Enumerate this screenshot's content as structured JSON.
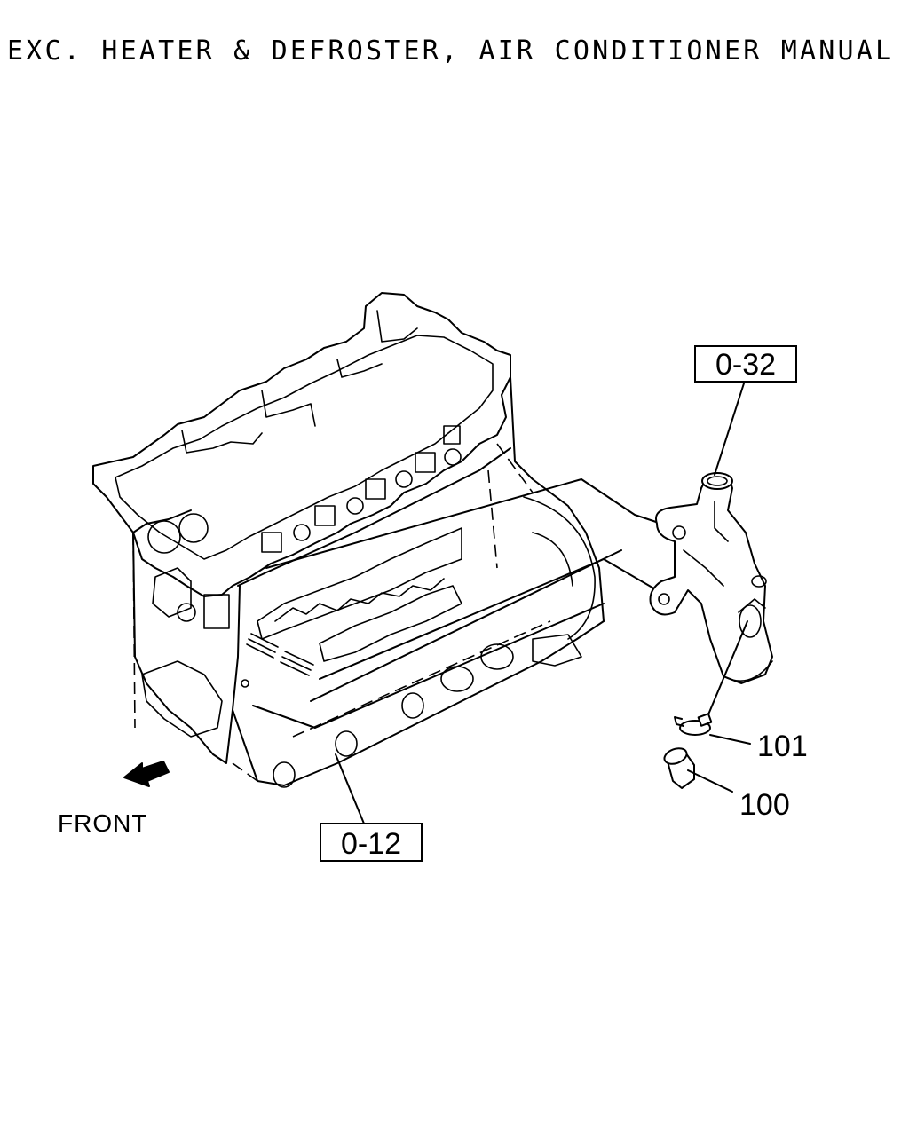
{
  "header": {
    "title": "EXC. HEATER & DEFROSTER, AIR CONDITIONER MANUAL CONT"
  },
  "diagram": {
    "references": [
      {
        "id": "ref-upper",
        "label": "0-32"
      },
      {
        "id": "ref-lower",
        "label": "0-12"
      }
    ],
    "callouts": [
      {
        "id": "clamp",
        "label": "101"
      },
      {
        "id": "hose",
        "label": "100"
      }
    ],
    "orientation_label": "FRONT",
    "icons": [
      "front-arrow-icon"
    ]
  }
}
